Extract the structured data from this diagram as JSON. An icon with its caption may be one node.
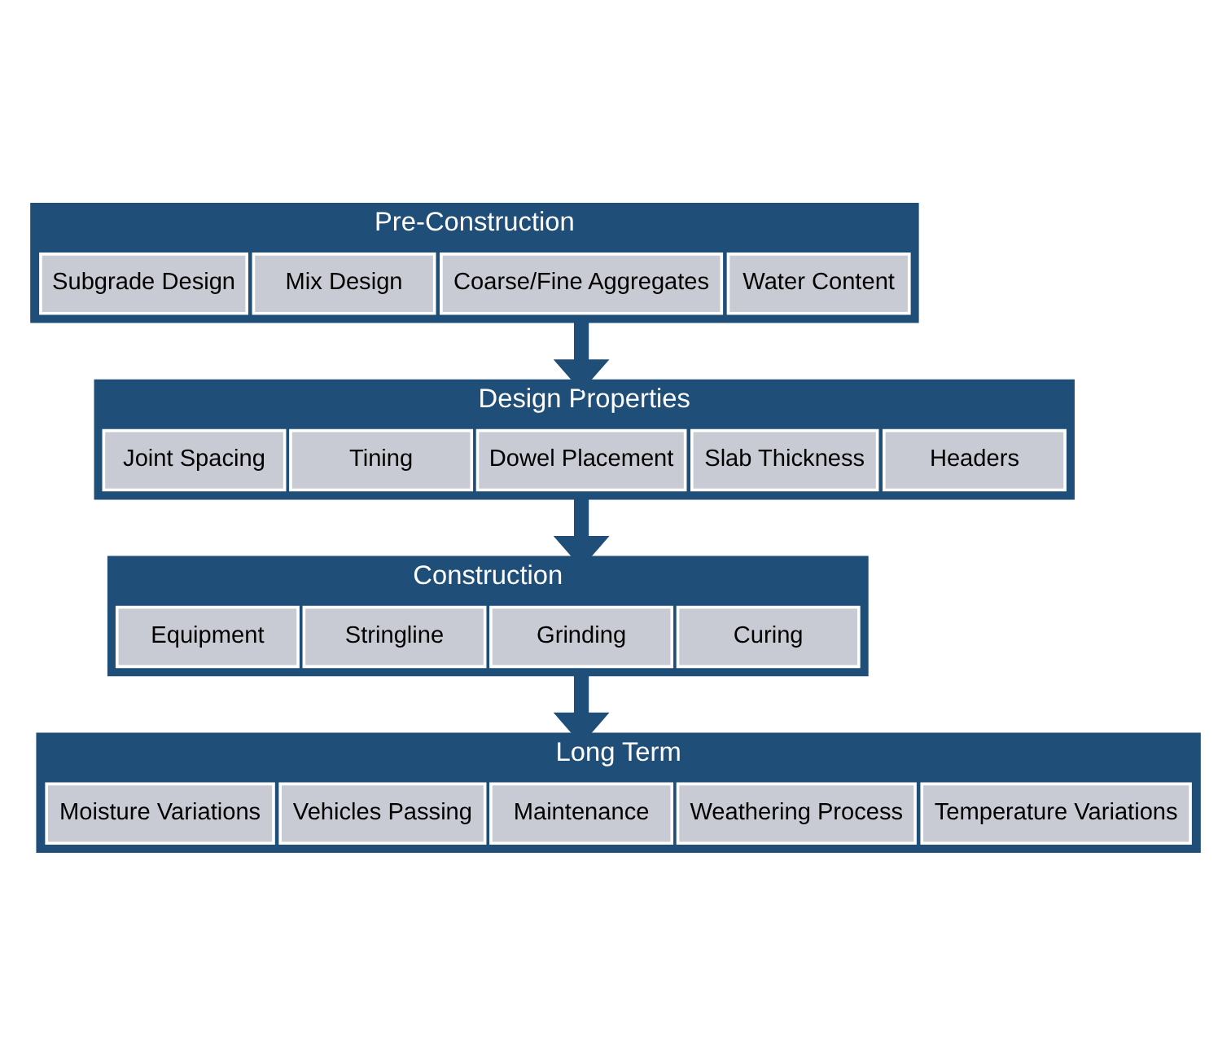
{
  "diagram": {
    "nodes": [
      {
        "text": [
          "Pre-Construction"
        ]
      },
      {
        "text": [
          "Subgrade Design"
        ],
        "in": 0
      },
      {
        "text": [
          "Mix Design"
        ],
        "in": 0
      },
      {
        "text": [
          "Coarse/Fine Aggregates"
        ],
        "in": 0
      },
      {
        "text": [
          "Water Content"
        ],
        "in": 0
      },
      {
        "text": [
          "Design Properties"
        ]
      },
      {
        "text": [
          "Joint Spacing"
        ],
        "in": 5
      },
      {
        "text": [
          "Tining"
        ],
        "in": 5
      },
      {
        "text": [
          "Dowel Placement"
        ],
        "in": 5
      },
      {
        "text": [
          "Slab Thickness"
        ],
        "in": 5
      },
      {
        "text": [
          "Headers"
        ],
        "in": 5
      },
      {
        "text": [
          "Construction"
        ]
      },
      {
        "text": [
          "Equipment"
        ],
        "in": 11
      },
      {
        "text": [
          "Stringline"
        ],
        "in": 11
      },
      {
        "text": [
          "Grinding"
        ],
        "in": 11
      },
      {
        "text": [
          "Curing"
        ],
        "in": 11
      },
      {
        "text": [
          "Long Term"
        ]
      },
      {
        "text": [
          "Moisture Variations"
        ],
        "in": 16
      },
      {
        "text": [
          "Vehicles Passing"
        ],
        "in": 16
      },
      {
        "text": [
          "Maintenance"
        ],
        "in": 16
      },
      {
        "text": [
          "Weathering Process"
        ],
        "in": 16
      },
      {
        "text": [
          "Temperature Variations"
        ],
        "in": 16
      }
    ],
    "edges": [
      {
        "from": 0,
        "to": 5,
        "arrow": "to"
      },
      {
        "from": 5,
        "to": 11,
        "arrow": "to"
      },
      {
        "from": 11,
        "to": 16,
        "arrow": "to"
      }
    ]
  }
}
